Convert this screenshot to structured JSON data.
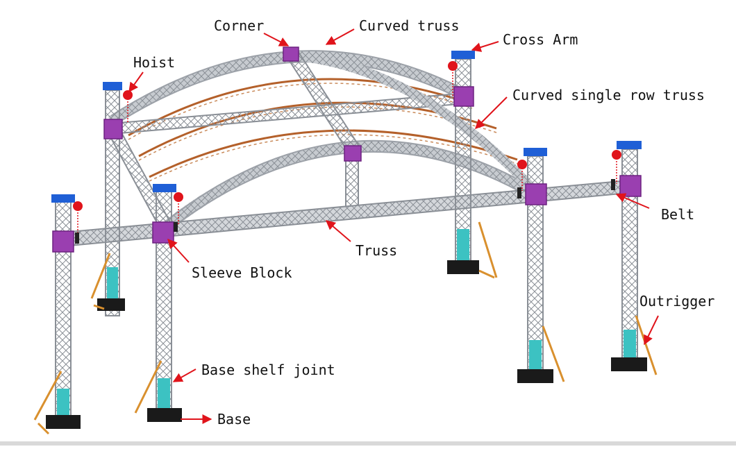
{
  "labels": {
    "corner": "Corner",
    "curved_truss": "Curved truss",
    "cross_arm": "Cross Arm",
    "hoist": "Hoist",
    "curved_single_row_truss": "Curved single row truss",
    "belt": "Belt",
    "truss": "Truss",
    "sleeve_block": "Sleeve Block",
    "outrigger": "Outrigger",
    "base_shelf_joint": "Base shelf joint",
    "base": "Base"
  },
  "colors": {
    "truss": "#b8bcc2",
    "truss_dark": "#8a8f96",
    "curved_single_row": "#b4602a",
    "sleeve_block": "#9a3fb0",
    "cross_arm": "#1f5fd6",
    "hoist": "#e0141b",
    "base_shelf": "#3cc2c2",
    "outrigger": "#d9902e",
    "base": "#1a1a1a",
    "arrow": "#e0141b"
  }
}
